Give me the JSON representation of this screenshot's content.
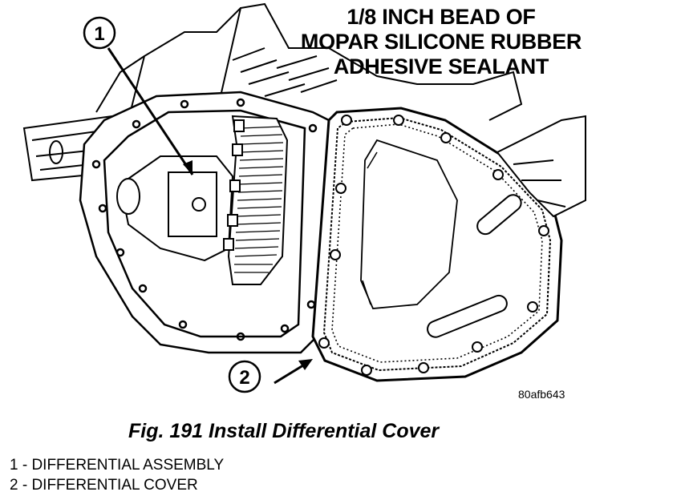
{
  "callout": {
    "line1": "1/8 INCH BEAD OF",
    "line2": "MOPAR SILICONE RUBBER",
    "line3": "ADHESIVE SEALANT"
  },
  "markers": {
    "m1": "1",
    "m2": "2"
  },
  "image_id": "80afb643",
  "caption": "Fig. 191 Install Differential Cover",
  "legend": [
    "1 - DIFFERENTIAL ASSEMBLY",
    "2 - DIFFERENTIAL COVER"
  ]
}
